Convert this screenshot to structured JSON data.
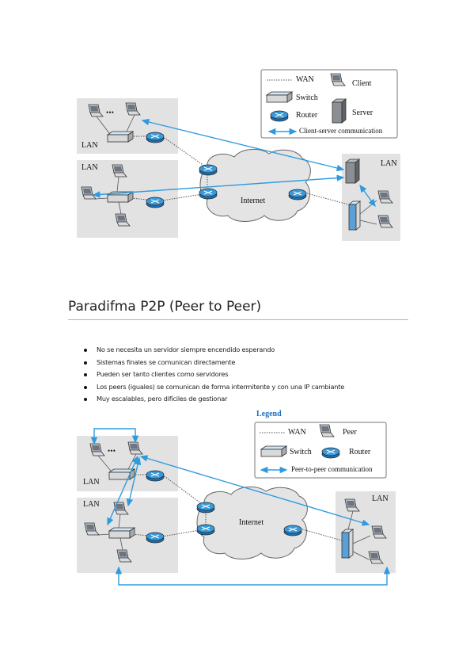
{
  "diagram1": {
    "legend": {
      "wan": "WAN",
      "client": "Client",
      "switch": "Switch",
      "server": "Server",
      "router": "Router",
      "comm": "Client-server communication"
    },
    "lan_labels": [
      "LAN",
      "LAN",
      "LAN"
    ],
    "internet": "Internet",
    "dots": "• • •"
  },
  "section": {
    "title": "Paradifma P2P (Peer to Peer)",
    "bullets": [
      "No se necesita un servidor siempre encendido esperando",
      "Sistemas finales se comunican directamente",
      "Pueden ser tanto clientes como servidores",
      "Los peers (iguales) se comunican de forma intermitente y con una IP cambiante",
      "Muy escalables, pero difíciles de gestionar"
    ]
  },
  "diagram2": {
    "legend_title": "Legend",
    "legend": {
      "wan": "WAN",
      "peer": "Peer",
      "switch": "Switch",
      "router": "Router",
      "comm": "Peer-to-peer communication"
    },
    "lan_labels": [
      "LAN",
      "LAN",
      "LAN"
    ],
    "internet": "Internet",
    "dots": "• • •"
  },
  "colors": {
    "lan_box": "#e2e2e2",
    "arrow": "#2e9be0",
    "router": "#3a9ad9",
    "switch": "#9dc6e8",
    "heading_rule": "#b9a6cf"
  }
}
